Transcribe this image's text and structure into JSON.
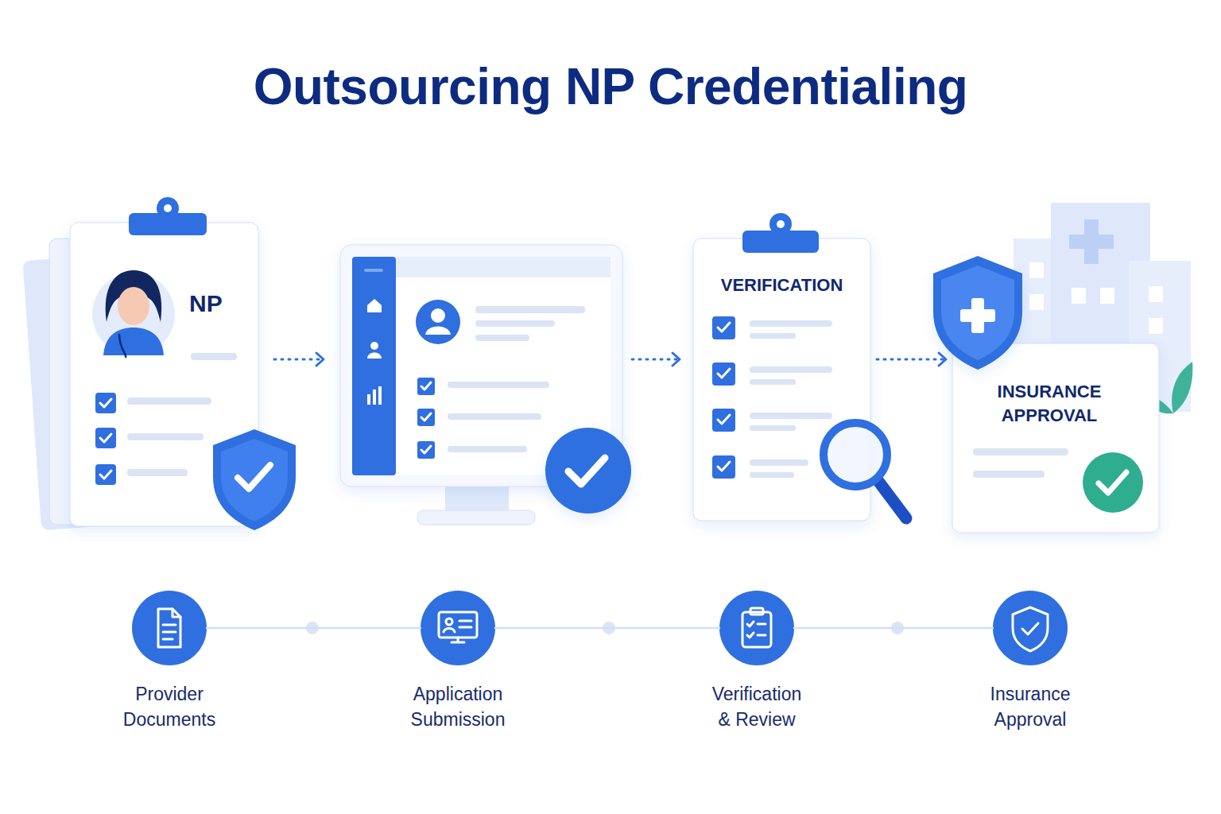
{
  "diagram": {
    "title": "Outsourcing NP Credentialing",
    "nodes": [
      {
        "text": [
          "NP"
        ]
      },
      {
        "text": [
          "VERIFICATION"
        ]
      },
      {
        "text": [
          "INSURANCE APPROVAL"
        ]
      },
      {
        "text": [
          "Provider Documents"
        ]
      },
      {
        "text": [
          "Application Submission"
        ]
      },
      {
        "text": [
          "Verification & Review"
        ]
      },
      {
        "text": [
          "Insurance Approval"
        ]
      }
    ],
    "edges": [
      {
        "from": 1,
        "to": 2,
        "arrow": "to"
      },
      {
        "from": 3,
        "to": 4,
        "arrow": "none"
      },
      {
        "from": 4,
        "to": 5,
        "arrow": "none"
      },
      {
        "from": 5,
        "to": 6,
        "arrow": "none"
      }
    ]
  }
}
